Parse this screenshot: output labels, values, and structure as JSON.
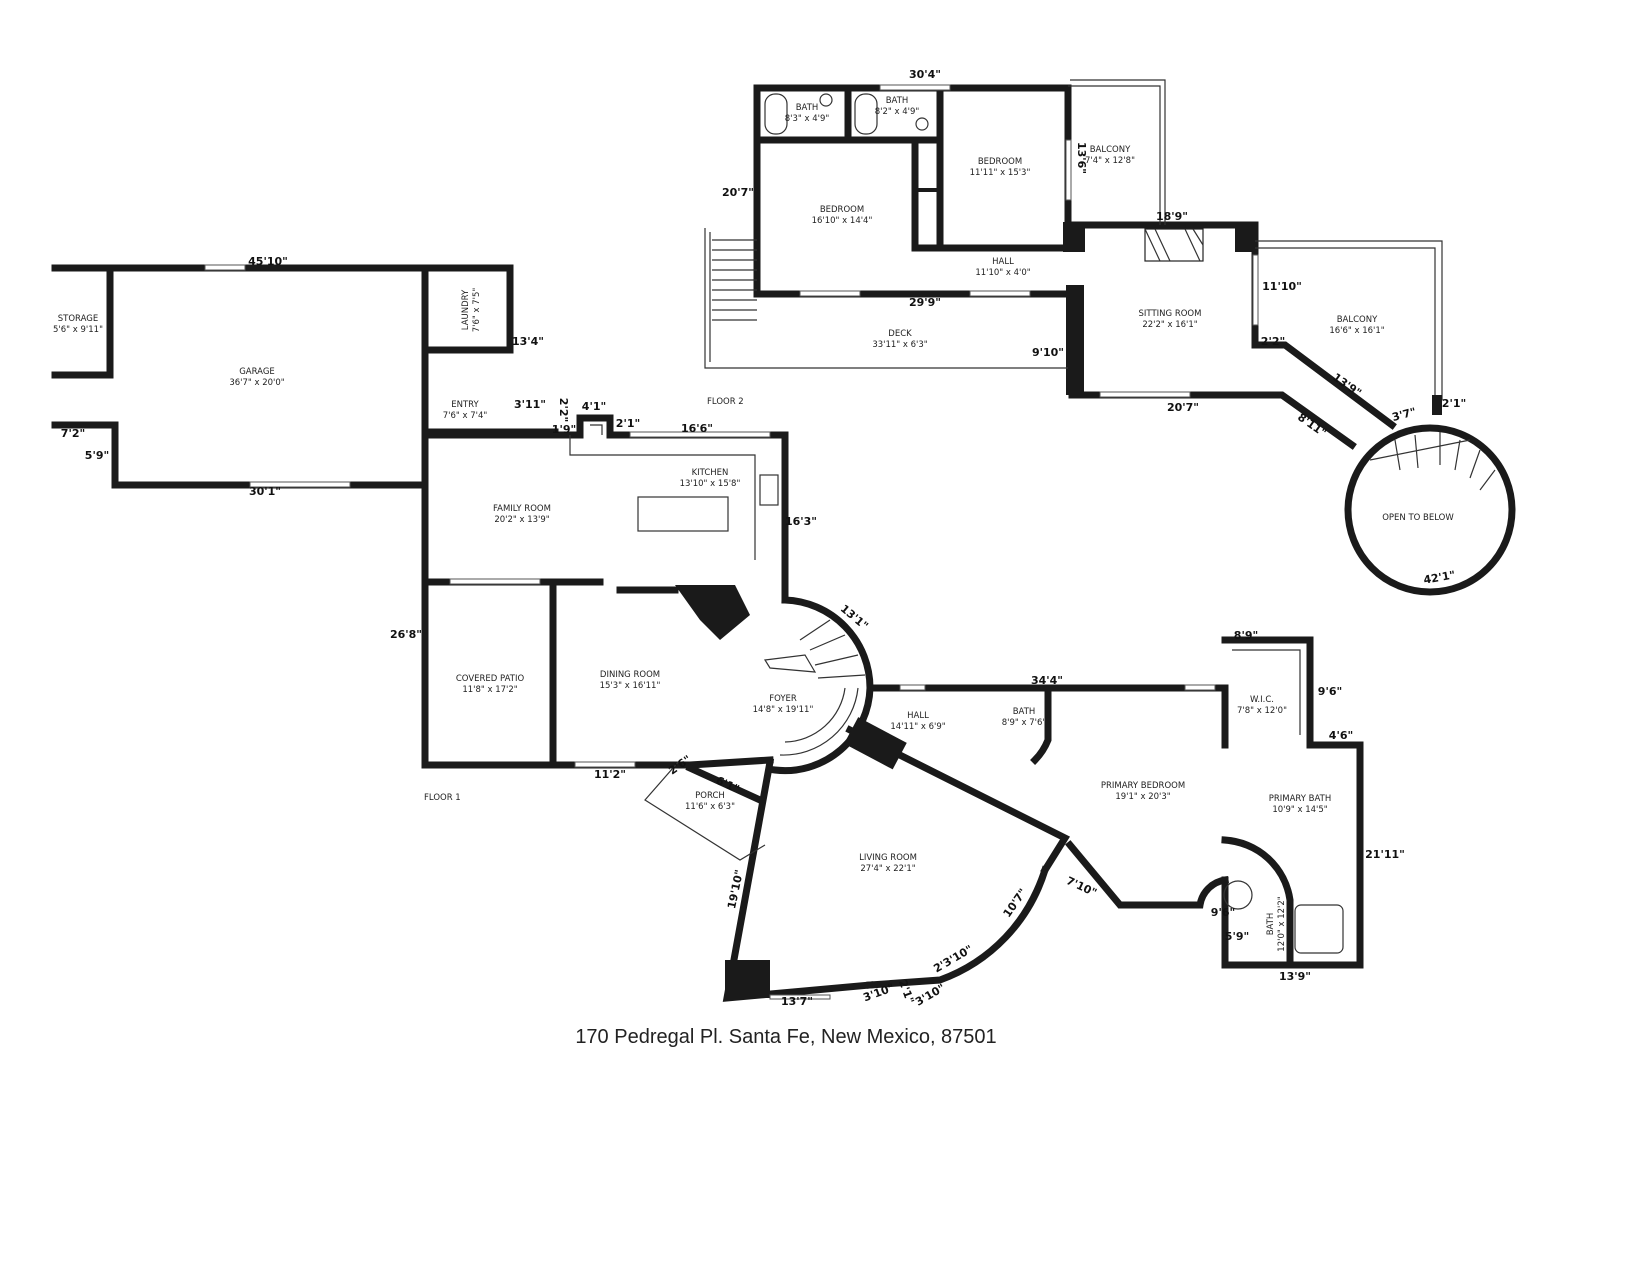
{
  "floors": {
    "floor2": "FLOOR 2",
    "floor1": "FLOOR 1"
  },
  "rooms": [
    {
      "name": "BATH",
      "dims": "8'3\" x 4'9\""
    },
    {
      "name": "BATH",
      "dims": "8'2\" x 4'9\""
    },
    {
      "name": "BEDROOM",
      "dims": "11'11\" x 15'3\""
    },
    {
      "name": "BALCONY",
      "dims": "7'4\" x 12'8\""
    },
    {
      "name": "BEDROOM",
      "dims": "16'10\" x 14'4\""
    },
    {
      "name": "HALL",
      "dims": "11'10\" x 4'0\""
    },
    {
      "name": "DECK",
      "dims": "33'11\" x 6'3\""
    },
    {
      "name": "SITTING ROOM",
      "dims": "22'2\" x 16'1\""
    },
    {
      "name": "BALCONY",
      "dims": "16'6\" x 16'1\""
    },
    {
      "name": "OPEN TO BELOW",
      "dims": ""
    },
    {
      "name": "STORAGE",
      "dims": "5'6\" x 9'11\""
    },
    {
      "name": "GARAGE",
      "dims": "36'7\" x 20'0\""
    },
    {
      "name": "LAUNDRY",
      "dims": "7'6\" x 7'5\""
    },
    {
      "name": "ENTRY",
      "dims": "7'6\" x 7'4\""
    },
    {
      "name": "KITCHEN",
      "dims": "13'10\" x 15'8\""
    },
    {
      "name": "FAMILY ROOM",
      "dims": "20'2\" x 13'9\""
    },
    {
      "name": "COVERED PATIO",
      "dims": "11'8\" x 17'2\""
    },
    {
      "name": "DINING ROOM",
      "dims": "15'3\" x 16'11\""
    },
    {
      "name": "FOYER",
      "dims": "14'8\" x 19'11\""
    },
    {
      "name": "HALL",
      "dims": "14'11\" x 6'9\""
    },
    {
      "name": "BATH",
      "dims": "8'9\" x 7'6\""
    },
    {
      "name": "W.I.C.",
      "dims": "7'8\" x 12'0\""
    },
    {
      "name": "PRIMARY BEDROOM",
      "dims": "19'1\" x 20'3\""
    },
    {
      "name": "PRIMARY BATH",
      "dims": "10'9\" x 14'5\""
    },
    {
      "name": "PORCH",
      "dims": "11'6\" x 6'3\""
    },
    {
      "name": "LIVING ROOM",
      "dims": "27'4\" x 22'1\""
    },
    {
      "name": "BATH",
      "dims": "12'0\" x 12'2\""
    }
  ],
  "dimensions": [
    "30'4\"",
    "20'7\"",
    "13'6\"",
    "18'9\"",
    "29'9\"",
    "9'10\"",
    "11'10\"",
    "2'2\"",
    "13'9\"",
    "20'7\"",
    "3'7\"",
    "2'1\"",
    "8'11\"",
    "42'1\"",
    "45'10\"",
    "13'4\"",
    "7'2\"",
    "5'9\"",
    "30'1\"",
    "3'11\"",
    "2'2\"",
    "4'1\"",
    "1'9\"",
    "2'1\"",
    "16'6\"",
    "16'3\"",
    "26'8\"",
    "13'1\"",
    "11'2\"",
    "2'6\"",
    "6'1\"",
    "34'4\"",
    "8'9\"",
    "9'6\"",
    "4'6\"",
    "21'11\"",
    "19'10\"",
    "10'7\"",
    "7'10\"",
    "9'6\"",
    "5'9\"",
    "13'9\"",
    "13'7\"",
    "3'10\"",
    "2'1\"",
    "3'10\"",
    "2'3'10\""
  ],
  "address": "170 Pedregal Pl. Santa Fe, New Mexico, 87501"
}
